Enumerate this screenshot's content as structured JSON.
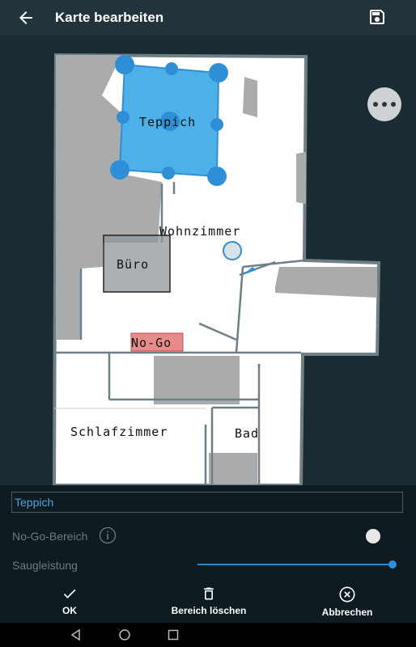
{
  "appbar": {
    "title": "Karte bearbeiten"
  },
  "map": {
    "rooms": {
      "carpet": "Teppich",
      "living": "Wohnzimmer",
      "office": "Büro",
      "nogo": "No-Go",
      "bedroom": "Schlafzimmer",
      "bath": "Bad"
    }
  },
  "panel": {
    "zone_name_value": "Teppich",
    "nogo_label": "No-Go-Bereich",
    "suction_label": "Saugleistung",
    "suction_level": 1.0
  },
  "actions": {
    "ok": "OK",
    "delete": "Bereich löschen",
    "cancel": "Abbrechen"
  },
  "colors": {
    "accent": "#2f8fd6",
    "carpet_zone": "#3aa9e6",
    "nogo_zone": "#e88b8b",
    "background": "#1a2b31"
  },
  "icons": [
    "back-arrow-icon",
    "save-icon",
    "more-icon",
    "info-icon",
    "check-icon",
    "trash-icon",
    "close-circle-icon",
    "nav-back-icon",
    "nav-home-icon",
    "nav-recents-icon"
  ]
}
